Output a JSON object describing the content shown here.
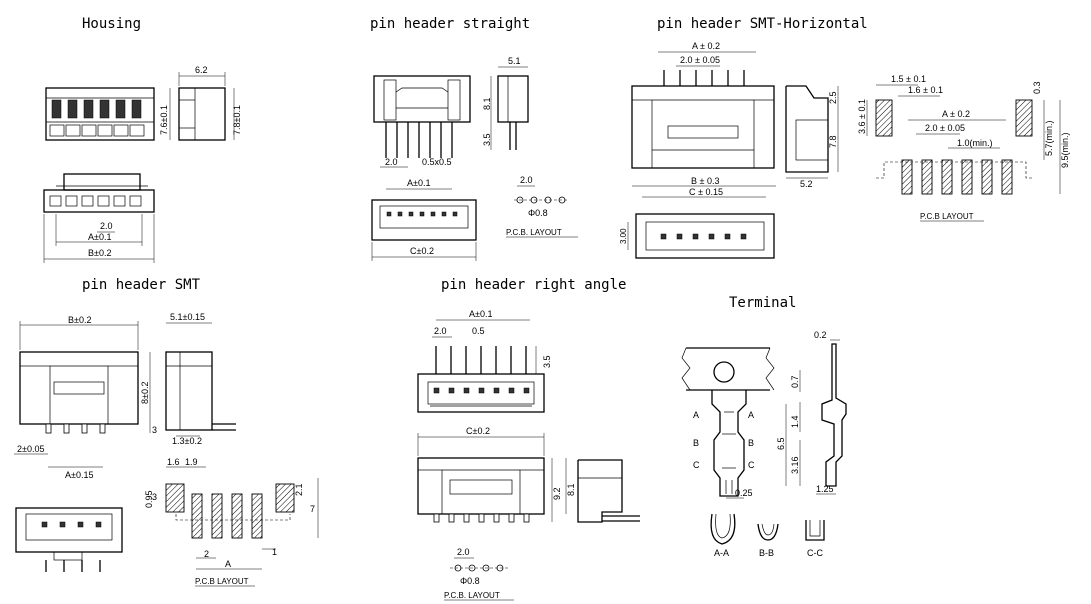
{
  "titles": {
    "housing": "Housing",
    "straight": "pin header straight",
    "smt_horizontal": "pin header SMT-Horizontal",
    "smt": "pin header SMT",
    "right_angle": "pin header right angle",
    "terminal": "Terminal"
  },
  "housing": {
    "w_6_2": "6.2",
    "h_7_6": "7.6±0.1",
    "h_7_8": "7.8±0.1",
    "pitch": "2.0",
    "a": "A±0.1",
    "b": "B±0.2"
  },
  "straight": {
    "w_5_1": "5.1",
    "h_8_1": "8.1",
    "h_3_5": "3.5",
    "pitch": "2.0",
    "pin": "0.5x0.5",
    "a": "A±0.1",
    "c": "C±0.2",
    "pcb_pitch": "2.0",
    "hole": "Φ0.8",
    "pcb": "P.C.B. LAYOUT"
  },
  "smt_h": {
    "a": "A ± 0.2",
    "pitch": "2.0 ± 0.05",
    "h_2_5": "2.5",
    "h_7_8": "7.8",
    "w_5_2": "5.2",
    "b": "B ± 0.3",
    "c": "C ± 0.15",
    "h_3_00": "3.00",
    "l_1_5": "1.5 ± 0.1",
    "l_1_6": "1.6 ± 0.1",
    "l_0_3": "0.3",
    "l_3_6": "3.6 ± 0.1",
    "l_a": "A ± 0.2",
    "l_pitch": "2.0 ± 0.05",
    "l_1_0": "1.0(min.)",
    "l_5_7": "5.7(min.)",
    "l_9_5": "9.5(min.)",
    "pcb": "P.C.B LAYOUT"
  },
  "smt": {
    "b": "B±0.2",
    "w_5_1": "5.1±0.15",
    "h_8": "8±0.2",
    "h_3": "3",
    "w_1_3": "1.3±0.2",
    "pitch": "2±0.05",
    "a": "A±0.15",
    "l_1_6": "1.6",
    "l_1_9": "1.9",
    "l_0_95": "0.95",
    "l_3": "3",
    "l_2_1": "2.1",
    "l_7": "7",
    "l_2": "2",
    "l_a": "A",
    "l_1": "1",
    "pcb": "P.C.B LAYOUT"
  },
  "right_angle": {
    "a": "A±0.1",
    "pitch": "2.0",
    "pin": "0.5",
    "h_3_5": "3.5",
    "c": "C±0.2",
    "h_9_2": "9.2",
    "h_8_1": "8.1",
    "pcb_pitch": "2.0",
    "hole": "Φ0.8",
    "pcb": "P.C.B. LAYOUT"
  },
  "terminal": {
    "w_0_2": "0.2",
    "h_0_7": "0.7",
    "h_1_4": "1.4",
    "h_6_5": "6.5",
    "h_3_16": "3.16",
    "w_1_25": "1.25",
    "w_0_25": "0.25",
    "sec_a": "A",
    "sec_b": "B",
    "sec_c": "C",
    "aa": "A-A",
    "bb": "B-B",
    "cc": "C-C"
  }
}
